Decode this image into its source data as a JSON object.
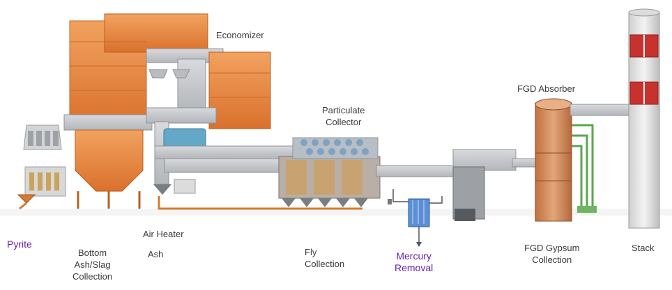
{
  "labels": {
    "economizer": "Economizer",
    "particulate_collector": [
      "Particulate",
      "Collector"
    ],
    "fgd_absorber": "FGD Absorber",
    "air_heater": "Air Heater",
    "ash": "Ash",
    "pyrite": "Pyrite",
    "bottom_ash": [
      "Bottom",
      "Ash/Slag",
      "Collection"
    ],
    "fly_collection": [
      "Fly",
      "Collection"
    ],
    "mercury_removal": [
      "Mercury",
      "Removal"
    ],
    "fgd_gypsum": [
      "FGD Gypsum",
      "Collection"
    ],
    "stack": "Stack"
  },
  "colors": {
    "boiler_orange": "#e8843a",
    "duct_gray": "#c9ccd0",
    "dark_gray": "#6b6f73",
    "stack_white": "#e6e6e6",
    "stack_red": "#c8322e",
    "pipe_green": "#5aa64e",
    "mercury_blue": "#5b8fd6",
    "accent_purple": "#6a1fb5",
    "label_text": "#3a3a3a"
  }
}
